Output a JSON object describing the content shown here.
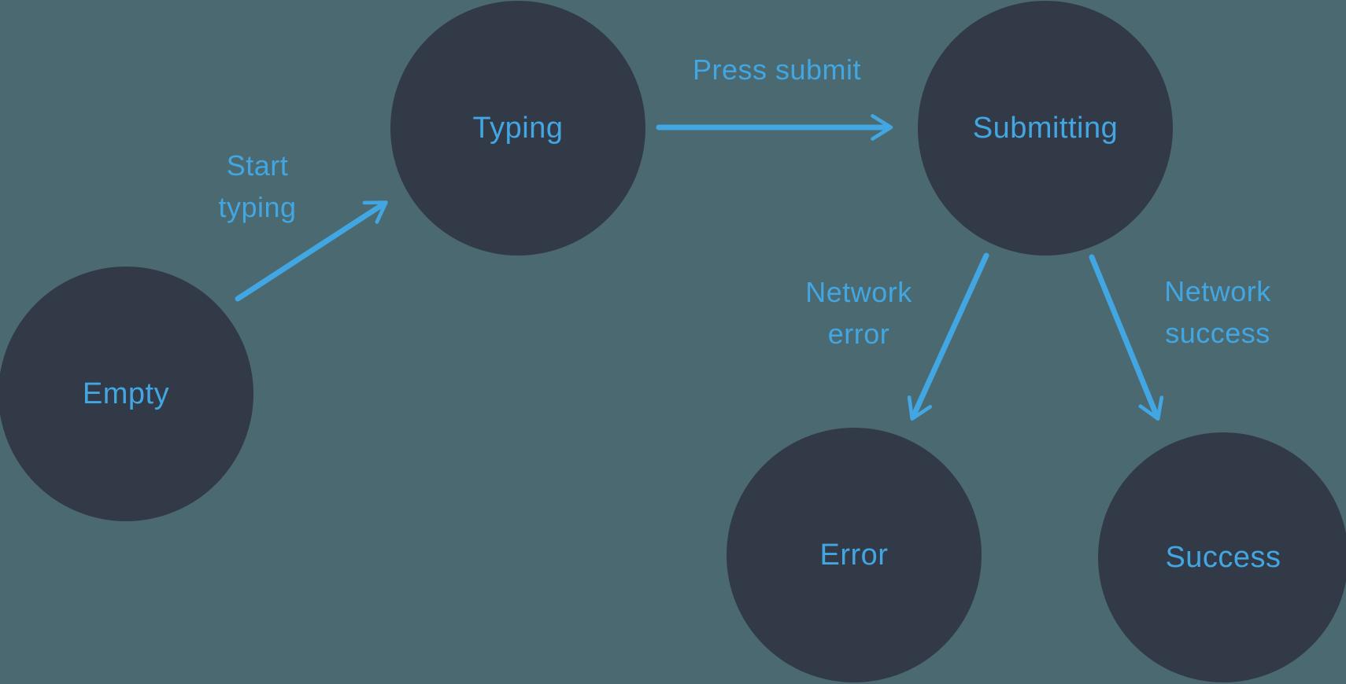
{
  "colors": {
    "background": "#4B6970",
    "node_fill": "#333A47",
    "accent": "#42A6E2"
  },
  "nodes": {
    "empty": {
      "label": "Empty"
    },
    "typing": {
      "label": "Typing"
    },
    "submitting": {
      "label": "Submitting"
    },
    "error": {
      "label": "Error"
    },
    "success": {
      "label": "Success"
    }
  },
  "edges": {
    "start_typing": {
      "label": "Start typing",
      "lines": [
        "Start",
        "typing"
      ],
      "from": "Empty",
      "to": "Typing"
    },
    "press_submit": {
      "label": "Press submit",
      "lines": [
        "Press submit"
      ],
      "from": "Typing",
      "to": "Submitting"
    },
    "network_error": {
      "label": "Network error",
      "lines": [
        "Network",
        "error"
      ],
      "from": "Submitting",
      "to": "Error"
    },
    "network_success": {
      "label": "Network success",
      "lines": [
        "Network",
        "success"
      ],
      "from": "Submitting",
      "to": "Success"
    }
  }
}
